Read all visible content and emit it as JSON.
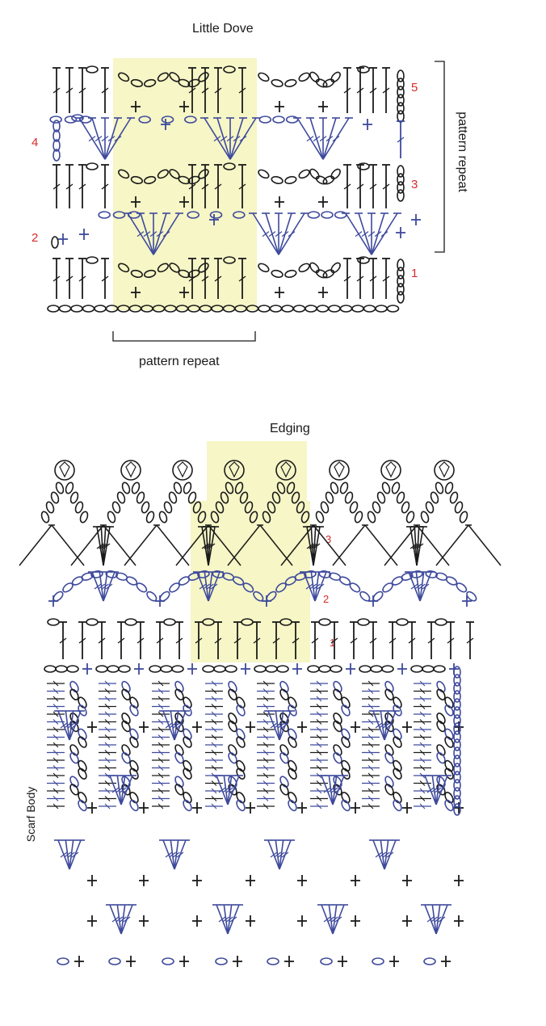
{
  "little_dove": {
    "title": "Little Dove",
    "row_numbers": [
      "1",
      "2",
      "3",
      "4",
      "5"
    ],
    "pattern_repeat_label": "pattern repeat",
    "side_repeat_label": "pattern repeat"
  },
  "edging": {
    "title": "Edging",
    "row_numbers": [
      "1",
      "2",
      "3"
    ],
    "body_label": "Scarf Body"
  },
  "colors": {
    "black": "#1b1b1b",
    "blue": "#3e4a9c",
    "highlight": "#f6f6c6",
    "row_number": "#d42b2b"
  }
}
